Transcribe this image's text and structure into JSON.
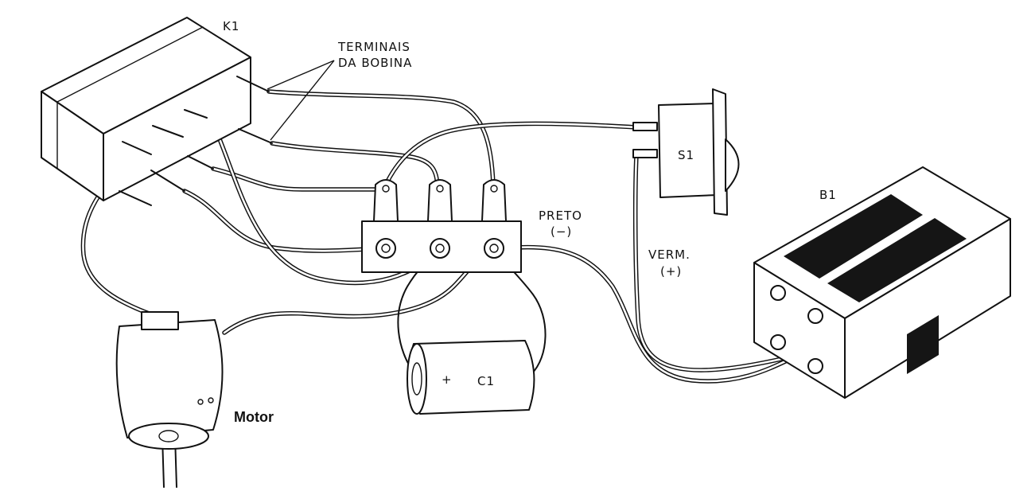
{
  "labels": {
    "relay": "K1",
    "coil_terminals_line1": "TERMINAIS",
    "coil_terminals_line2": "DA BOBINA",
    "switch": "S1",
    "battery": "B1",
    "black_wire_line1": "PRETO",
    "black_wire_line2": "(−)",
    "red_wire_line1": "VERM.",
    "red_wire_line2": "(+)",
    "capacitor": "C1",
    "capacitor_polarity": "+",
    "motor": "Motor"
  },
  "colors": {
    "ink": "#111111",
    "paper": "#ffffff"
  }
}
